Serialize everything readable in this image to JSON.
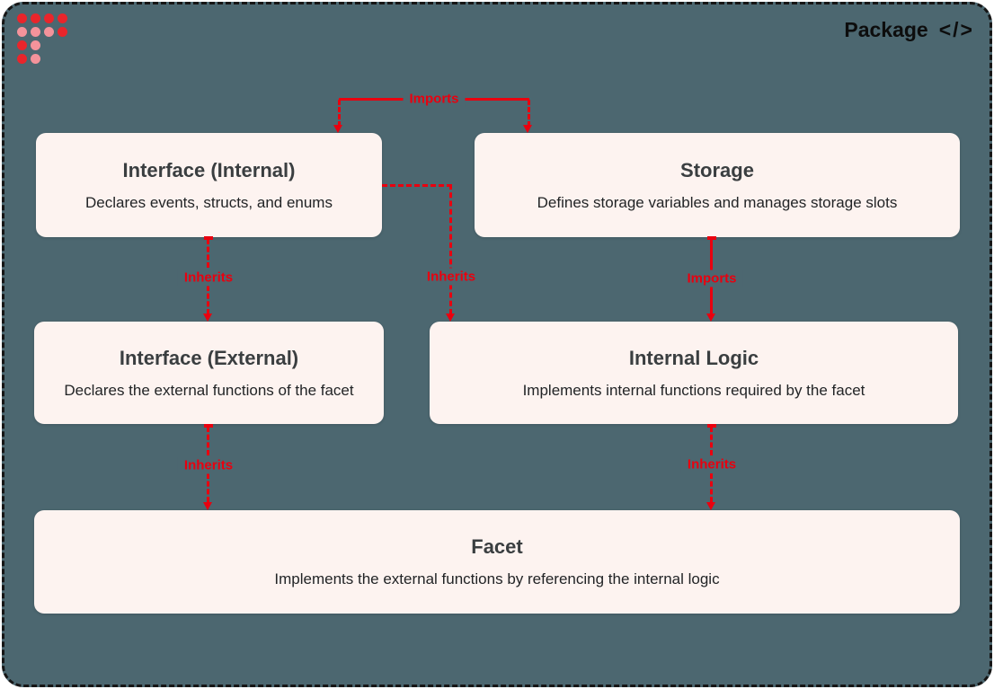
{
  "header": {
    "brand": "Package",
    "brand_suffix": "</>"
  },
  "logo": {
    "icon": "dot-grid-logo"
  },
  "colors": {
    "canvas-bg": "#4c6770",
    "node-bg": "#fdf3f0",
    "accent-red": "#e9000f",
    "logo-red": "#e9252b",
    "logo-pink": "#f4939b",
    "title-text": "#3a3e40",
    "body-text": "#222426",
    "border-dark": "#161616"
  },
  "diagram": {
    "nodes": [
      {
        "id": "interface-internal",
        "title": "Interface (Internal)",
        "description": "Declares events, structs, and enums"
      },
      {
        "id": "storage",
        "title": "Storage",
        "description": "Defines storage variables and manages storage slots"
      },
      {
        "id": "interface-external",
        "title": "Interface (External)",
        "description": "Declares the external functions of the facet"
      },
      {
        "id": "internal-logic",
        "title": "Internal Logic",
        "description": "Implements internal functions required by the facet"
      },
      {
        "id": "facet",
        "title": "Facet",
        "description": "Implements the external functions by referencing the internal logic"
      }
    ],
    "edges": [
      {
        "label": "Imports",
        "from": "interface-internal",
        "to": "storage",
        "line_style": "dashed"
      },
      {
        "label": "Inherits",
        "from": "interface-internal",
        "to": "interface-external",
        "line_style": "dashed"
      },
      {
        "label": "Inherits",
        "from": "interface-internal",
        "to": "internal-logic",
        "line_style": "dashed"
      },
      {
        "label": "Imports",
        "from": "storage",
        "to": "internal-logic",
        "line_style": "solid"
      },
      {
        "label": "Inherits",
        "from": "interface-external",
        "to": "facet",
        "line_style": "dashed"
      },
      {
        "label": "Inherits",
        "from": "internal-logic",
        "to": "facet",
        "line_style": "dashed"
      }
    ]
  }
}
